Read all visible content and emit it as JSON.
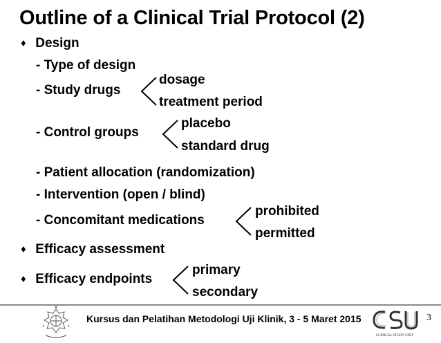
{
  "title": "Outline of a Clinical Trial Protocol (2)",
  "bullet_glyph": "♦",
  "sections": {
    "design": "Design",
    "efficacy_assessment": "Efficacy assessment",
    "efficacy_endpoints": "Efficacy endpoints"
  },
  "items": {
    "type_of_design": "- Type of design",
    "study_drugs": "- Study drugs",
    "control_groups": "- Control groups",
    "patient_allocation": "- Patient allocation (randomization)",
    "intervention": "- Intervention (open / blind)",
    "concomitant": "- Concomitant medications"
  },
  "branches": {
    "study_drugs": [
      "dosage",
      "treatment period"
    ],
    "control_groups": [
      "placebo",
      "standard drug"
    ],
    "concomitant": [
      "prohibited",
      "permitted"
    ],
    "efficacy_endpoints": [
      "primary",
      "secondary"
    ]
  },
  "footer": {
    "course": "Kursus dan Pelatihan Metodologi Uji Klinik, 3 - 5  Maret 2015",
    "page": "3",
    "logo_text": "CLINICAL STUDY UNIT"
  }
}
